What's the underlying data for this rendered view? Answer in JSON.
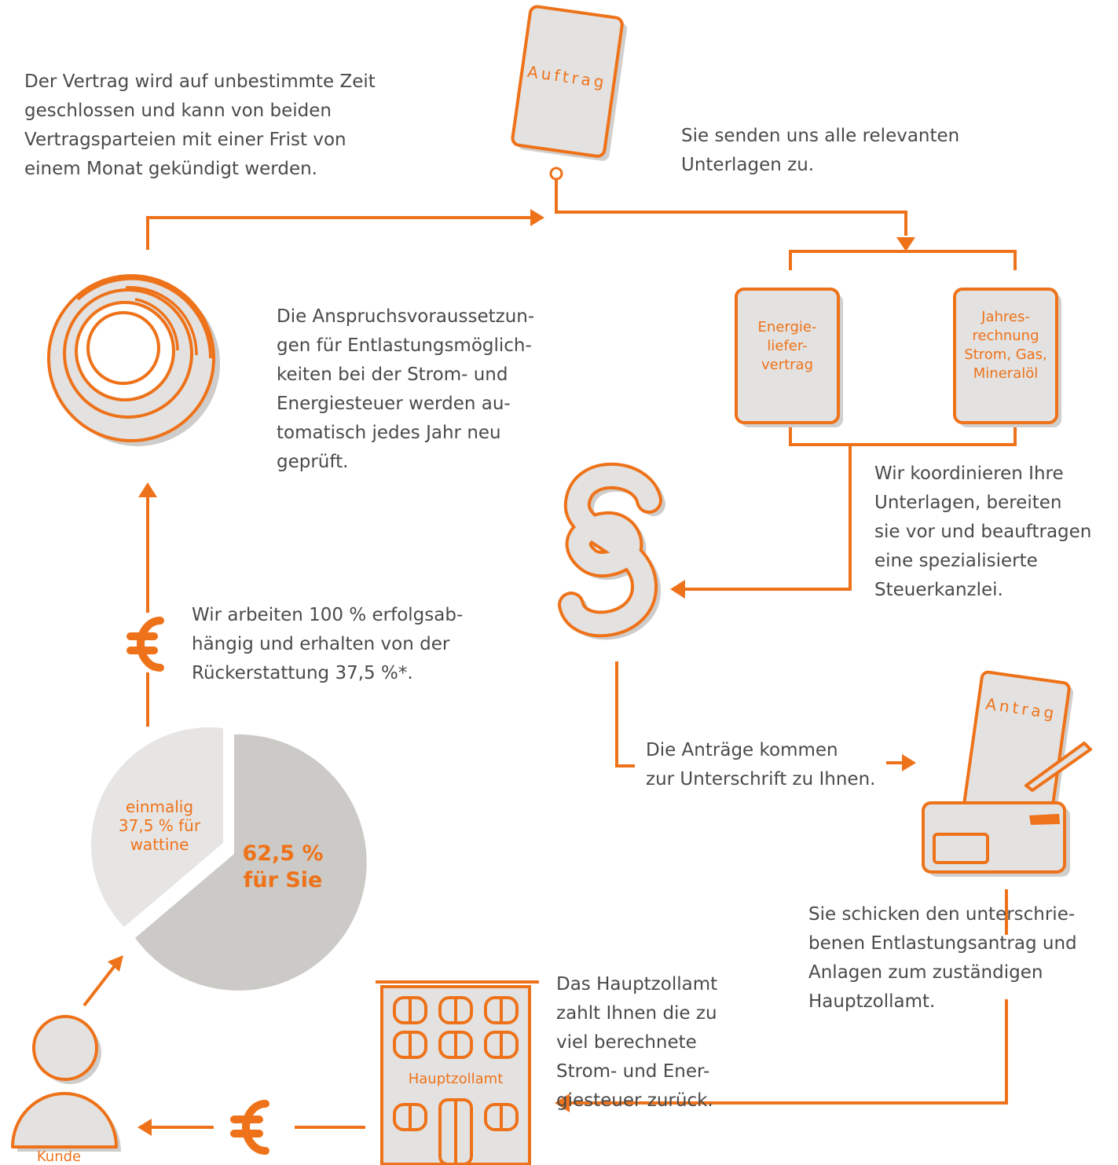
{
  "colors": {
    "accent": "#ee7219",
    "shape_fill": "#e3e2e1",
    "shadow": "#cfcdcb",
    "pie_large": "#cbcac7",
    "pie_small": "#e6e5e4",
    "text": "#4a4a4a"
  },
  "texts": {
    "contract": "Der Vertrag wird auf unbestimmte Zeit\ngeschlossen und kann von beiden\nVertragsparteien mit einer Frist von\neinem Monat gekündigt werden.",
    "send_documents": "Sie senden uns alle relevanten\nUnterlagen zu.",
    "check_requirements": "Die Anspruchsvoraussetzun-\ngen für Entlastungsmöglich-\nkeiten bei der Strom- und\nEnergiesteuer werden au-\ntomatisch jedes Jahr neu\ngeprüft.",
    "coordinate": "Wir koordinieren Ihre\nUnterlagen, bereiten\nsie vor und beauftragen\neine spezialisierte\nSteuerkanzlei.",
    "success_fee": "Wir arbeiten 100 % erfolgsab-\nhängig und erhalten von der\nRückerstattung 37,5 %*.",
    "applications_signature": "Die Anträge kommen\nzur Unterschrift zu Ihnen.",
    "send_to_customs": "Sie schicken den unterschrie-\nbenen Entlastungsantrag und\nAnlagen zum zuständigen\nHauptzollamt.",
    "customs_refund": "Das Hauptzollamt\nzahlt Ihnen die zu\nviel berechnete\nStrom- und Ener-\ngiesteuer zurück."
  },
  "labels": {
    "order_doc": "Auftrag",
    "energy_contract": "Energie-\nliefer-\nvertrag",
    "annual_bill": "Jahres-\nrechnung\nStrom, Gas,\nMineralöl",
    "application_doc": "Antrag",
    "customs_office": "Hauptzollamt",
    "customer": "Kunde"
  },
  "pie": {
    "small_share": 37.5,
    "large_share": 62.5,
    "small_label": "einmalig\n37,5 % für\nwattine",
    "large_label": "62,5 %\nfür Sie"
  },
  "icons": [
    "order-document-icon",
    "cycle-rings-icon",
    "paragraph-icon",
    "euro-icon",
    "application-envelope-icon",
    "building-icon",
    "person-icon"
  ]
}
